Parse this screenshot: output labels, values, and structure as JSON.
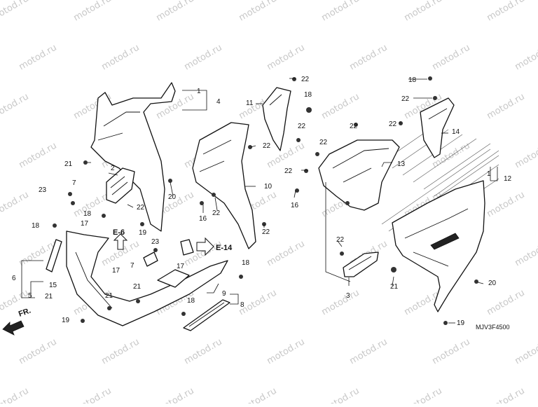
{
  "diagram": {
    "code": "MJV3F4500",
    "direction_label": "FR.",
    "watermark": "motod.ru",
    "references": [
      "E-6",
      "E-14"
    ],
    "callouts": [
      "1",
      "2",
      "3",
      "4",
      "5",
      "6",
      "7",
      "8",
      "9",
      "10",
      "11",
      "12",
      "13",
      "14",
      "15",
      "16",
      "17",
      "18",
      "19",
      "20",
      "21",
      "22",
      "23"
    ]
  }
}
